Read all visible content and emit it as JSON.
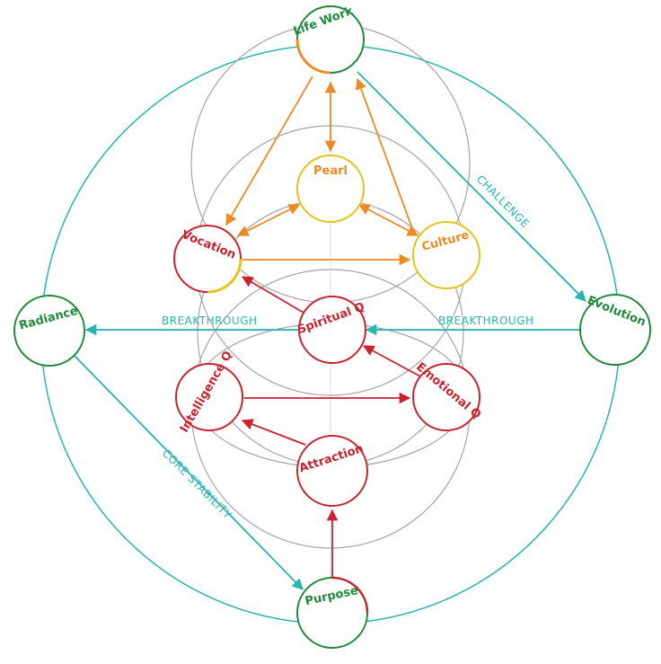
{
  "colors": {
    "green": "#1f8a3a",
    "red": "#c8232f",
    "orange": "#ee8a22",
    "yellow": "#e8c21a",
    "teal": "#27b5b0",
    "gray": "#9a9a9a"
  },
  "nodes": {
    "life_work": "Life Work",
    "pearl": "Pearl",
    "vocation": "Vocation",
    "culture": "Culture",
    "spiritual_q": "Spiritual Q",
    "radiance": "Radiance",
    "evolution": "Evolution",
    "intelligence_q": "Intelligence Q",
    "emotional_q": "Emotional Q",
    "attraction": "Attraction",
    "purpose": "Purpose"
  },
  "edges": {
    "challenge": "CHALLENGE",
    "breakthrough_left": "BREAKTHROUGH",
    "breakthrough_right": "BREAKTHROUGH",
    "core_stability": "CORE STABILITY"
  }
}
